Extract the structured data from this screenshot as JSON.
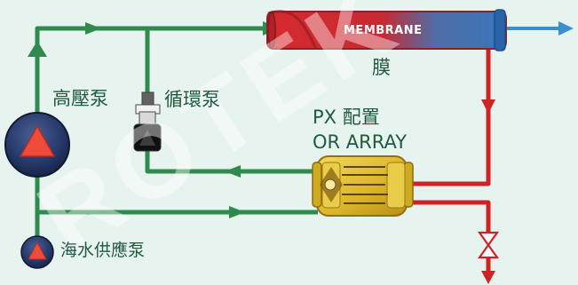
{
  "labels": {
    "membrane": "MEMBRANE",
    "membrane_cn": "膜",
    "high_pressure_pump": "高壓泵",
    "circulation_pump": "循環泵",
    "px_line1": "PX 配置",
    "px_line2": "OR ARRAY",
    "seawater_feed_pump": "海水供應泵"
  },
  "watermark": "ROTEK",
  "colors": {
    "background": "#e7f3ee",
    "pipe_green": "#2f8a4d",
    "pipe_red": "#cf2227",
    "membrane_red": "#d42a2f",
    "membrane_blue": "#3b76b5",
    "outlet_blue": "#3a8fd0",
    "pump_blue": "#263a6a",
    "pump_triangle": "#ef4b3a",
    "px_gold": "#e2be28",
    "text": "#205a3f"
  }
}
